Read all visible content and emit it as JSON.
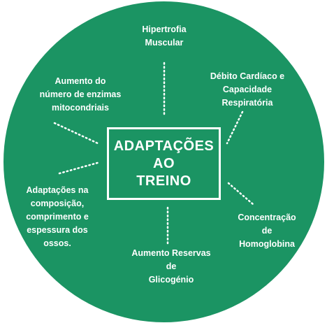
{
  "center": {
    "lines": [
      "ADAPTAÇÕES",
      "AO",
      "TREINO"
    ]
  },
  "nodes": {
    "hipertrofia": [
      "Hipertrofia",
      "Muscular"
    ],
    "debito": [
      "Débito Cardíaco e",
      "Capacidade",
      "Respiratória"
    ],
    "enzimas": [
      "Aumento do",
      "número de enzimas",
      "mitocondriais"
    ],
    "composicao": [
      "Adaptações na",
      "composição,",
      "comprimento e",
      "espessura dos",
      "ossos."
    ],
    "glicogenio": [
      "Aumento Reservas",
      "de",
      "Glicogénio"
    ],
    "hemoglobina": [
      "Concentração",
      "de",
      "Homoglobina"
    ]
  },
  "colors": {
    "background": "#1b9463",
    "foreground": "#ffffff"
  }
}
